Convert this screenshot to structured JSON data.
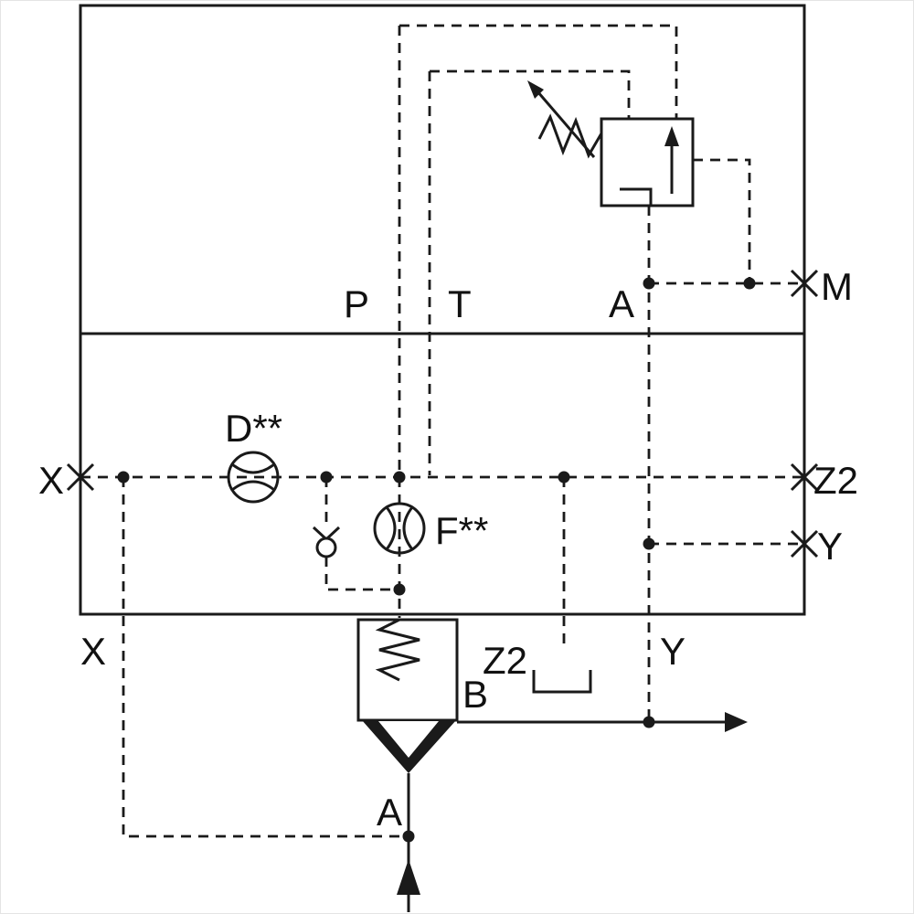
{
  "colors": {
    "ink": "#1a1a1a",
    "background": "#ffffff"
  },
  "labels": {
    "port_p": "P",
    "port_t": "T",
    "port_a_top": "A",
    "port_m": "M",
    "port_x_left": "X",
    "port_z2_right": "Z2",
    "port_y_right": "Y",
    "port_x_bottom": "X",
    "port_z2_bottom": "Z2",
    "port_b": "B",
    "port_y_bottom": "Y",
    "port_a_bottom": "A",
    "orifice_d": "D**",
    "orifice_f": "F**"
  }
}
